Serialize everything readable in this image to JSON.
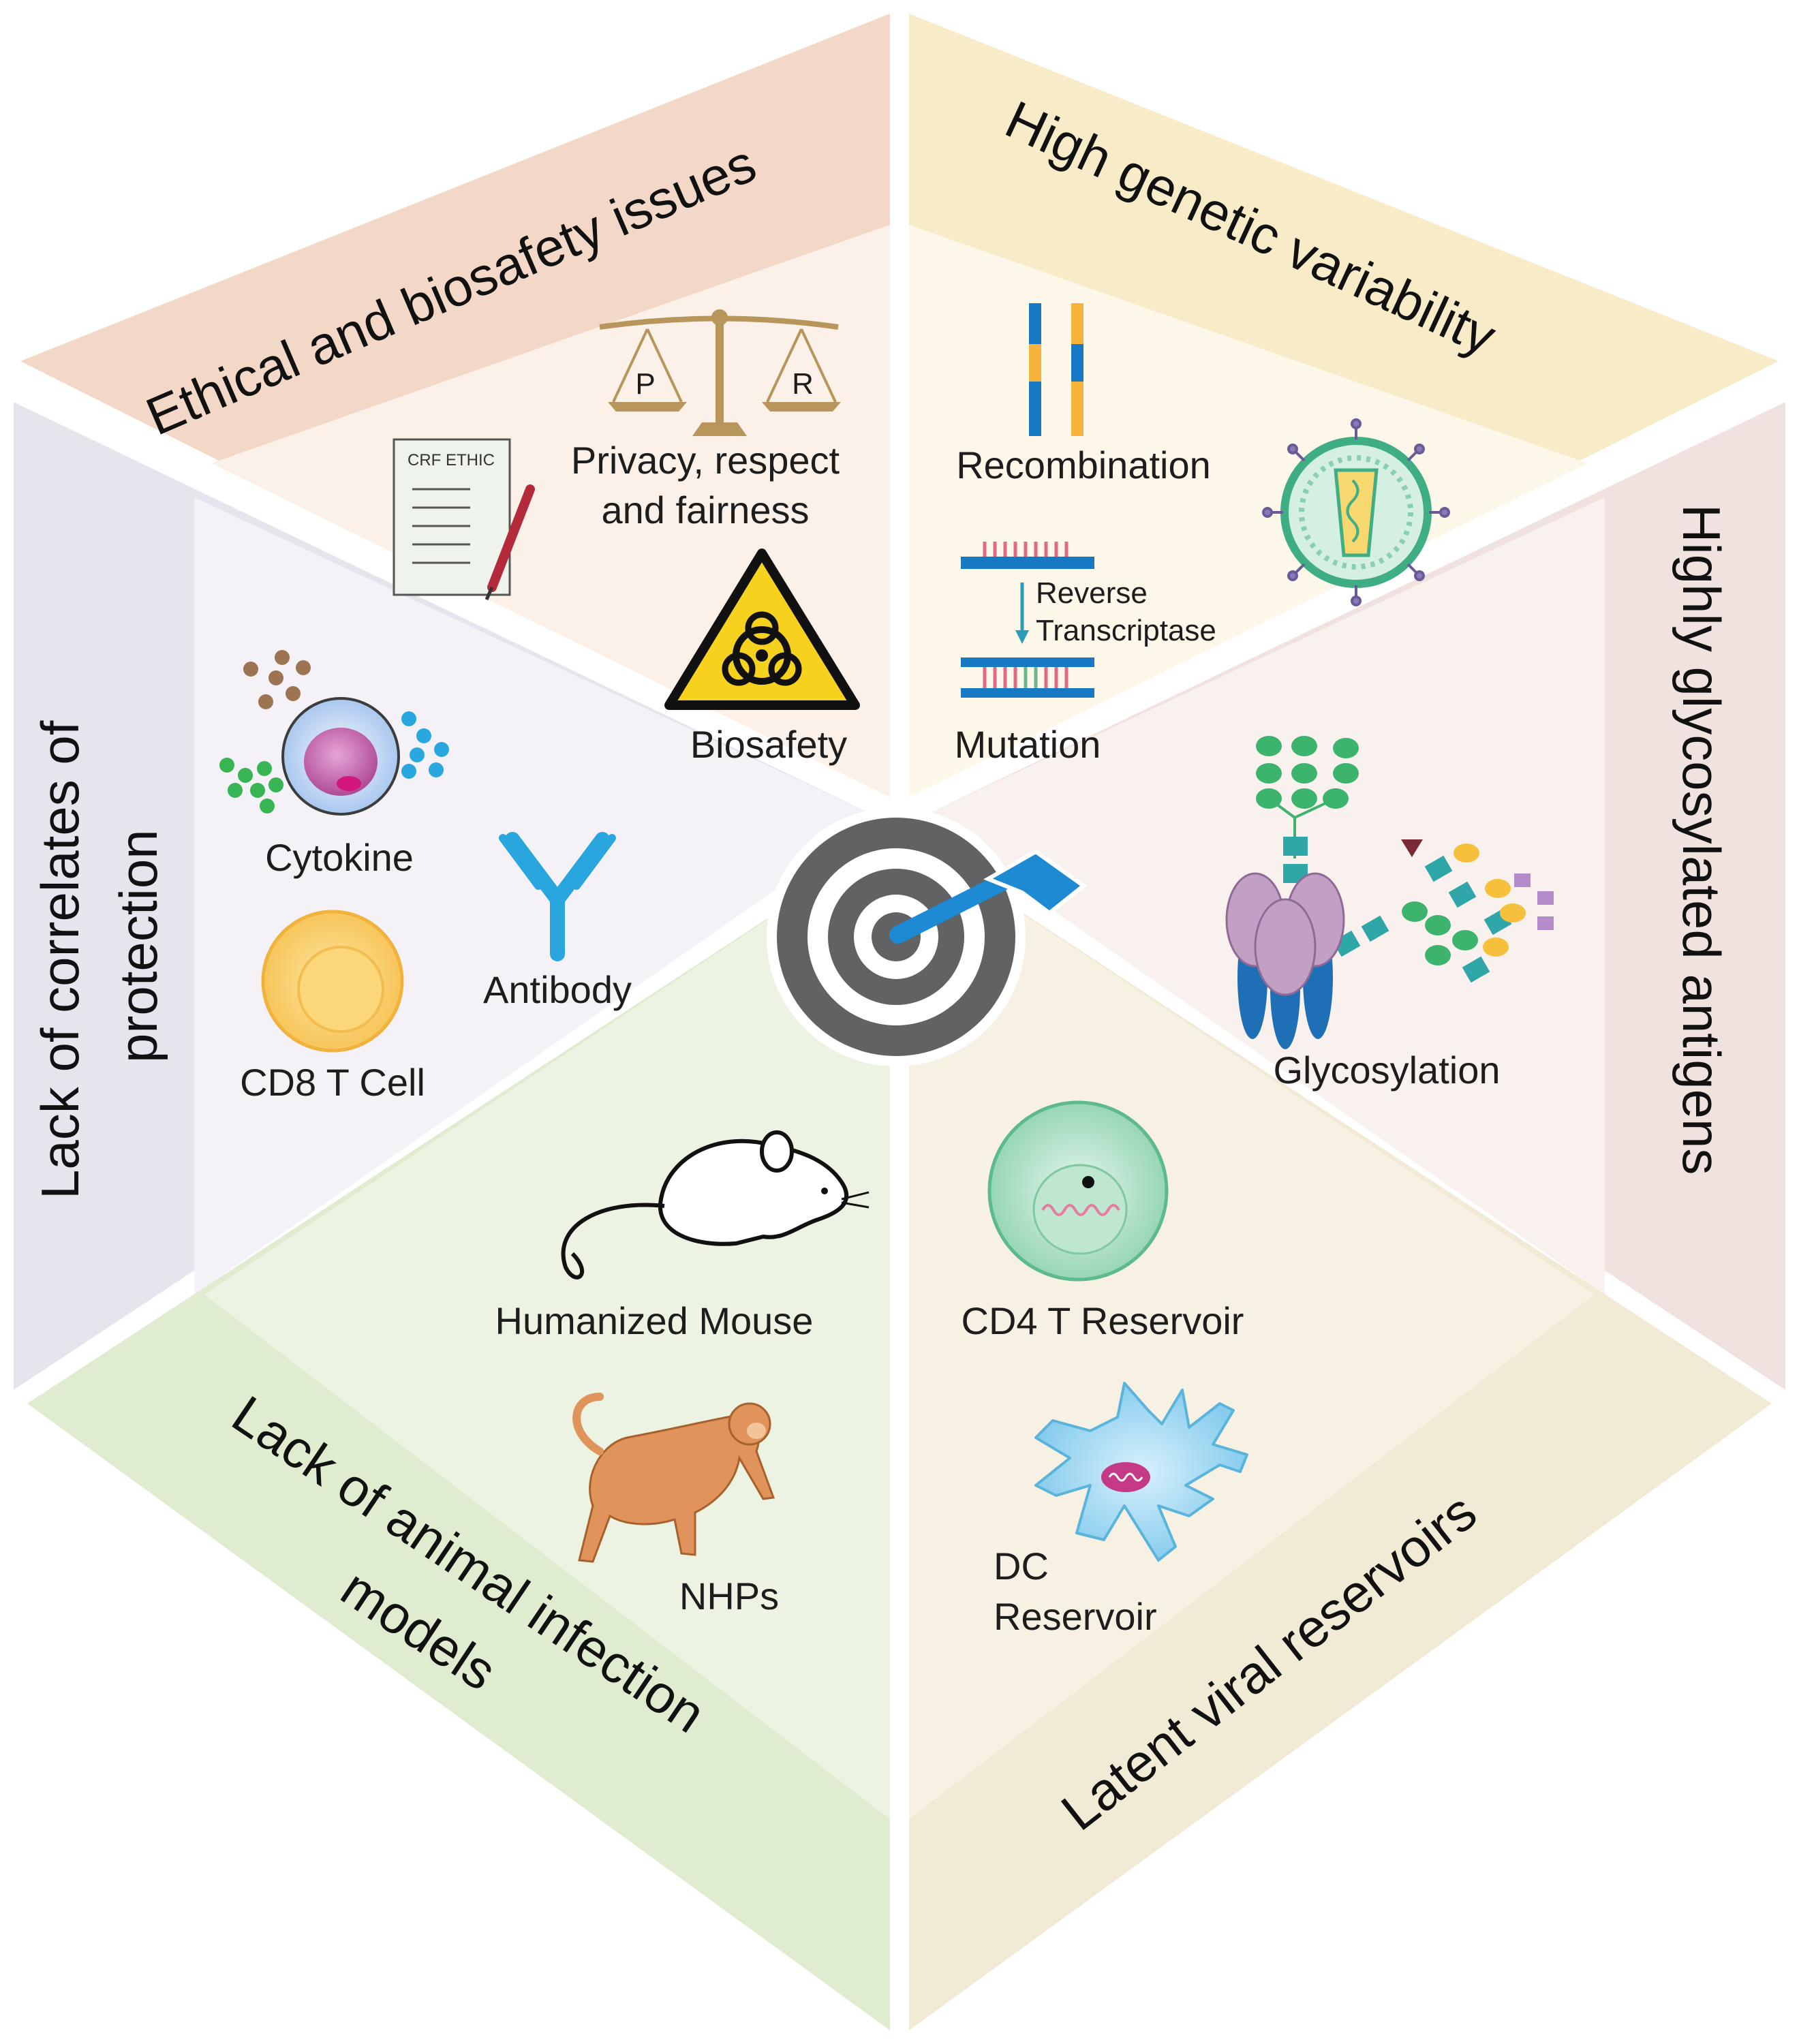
{
  "colors": {
    "ethical": "#f3d8c8",
    "genetic": "#f8ecc8",
    "glyco": "#f0e2df",
    "latent": "#f1ead5",
    "animal": "#e0eccf",
    "correlates": "#e8e4ee",
    "target_gray": "#606264",
    "arrow_blue": "#1e8ad3"
  },
  "segments": {
    "ethical": {
      "title": "Ethical and biosafety issues",
      "privacy_line1": "Privacy, respect",
      "privacy_line2": "and fairness",
      "scale_left": "P",
      "scale_right": "R",
      "form_text": "CRF ETHIC",
      "biosafety": "Biosafety"
    },
    "genetic": {
      "title": "High genetic variability",
      "recombination": "Recombination",
      "reverse_line1": "Reverse",
      "reverse_line2": "Transcriptase",
      "mutation": "Mutation"
    },
    "glyco": {
      "title": "Highly glycosylated antigens",
      "glycosylation": "Glycosylation"
    },
    "latent": {
      "title": "Latent viral reservoirs",
      "cd4": "CD4 T Reservoir",
      "dc_line1": "DC",
      "dc_line2": "Reservoir"
    },
    "animal": {
      "title_line1": "Lack of animal infection",
      "title_line2": "models",
      "mouse": "Humanized Mouse",
      "nhp": "NHPs"
    },
    "correlates": {
      "title_line1": "Lack of correlates of",
      "title_line2": "protection",
      "cytokine": "Cytokine",
      "antibody": "Antibody",
      "cd8": "CD8 T Cell"
    }
  }
}
